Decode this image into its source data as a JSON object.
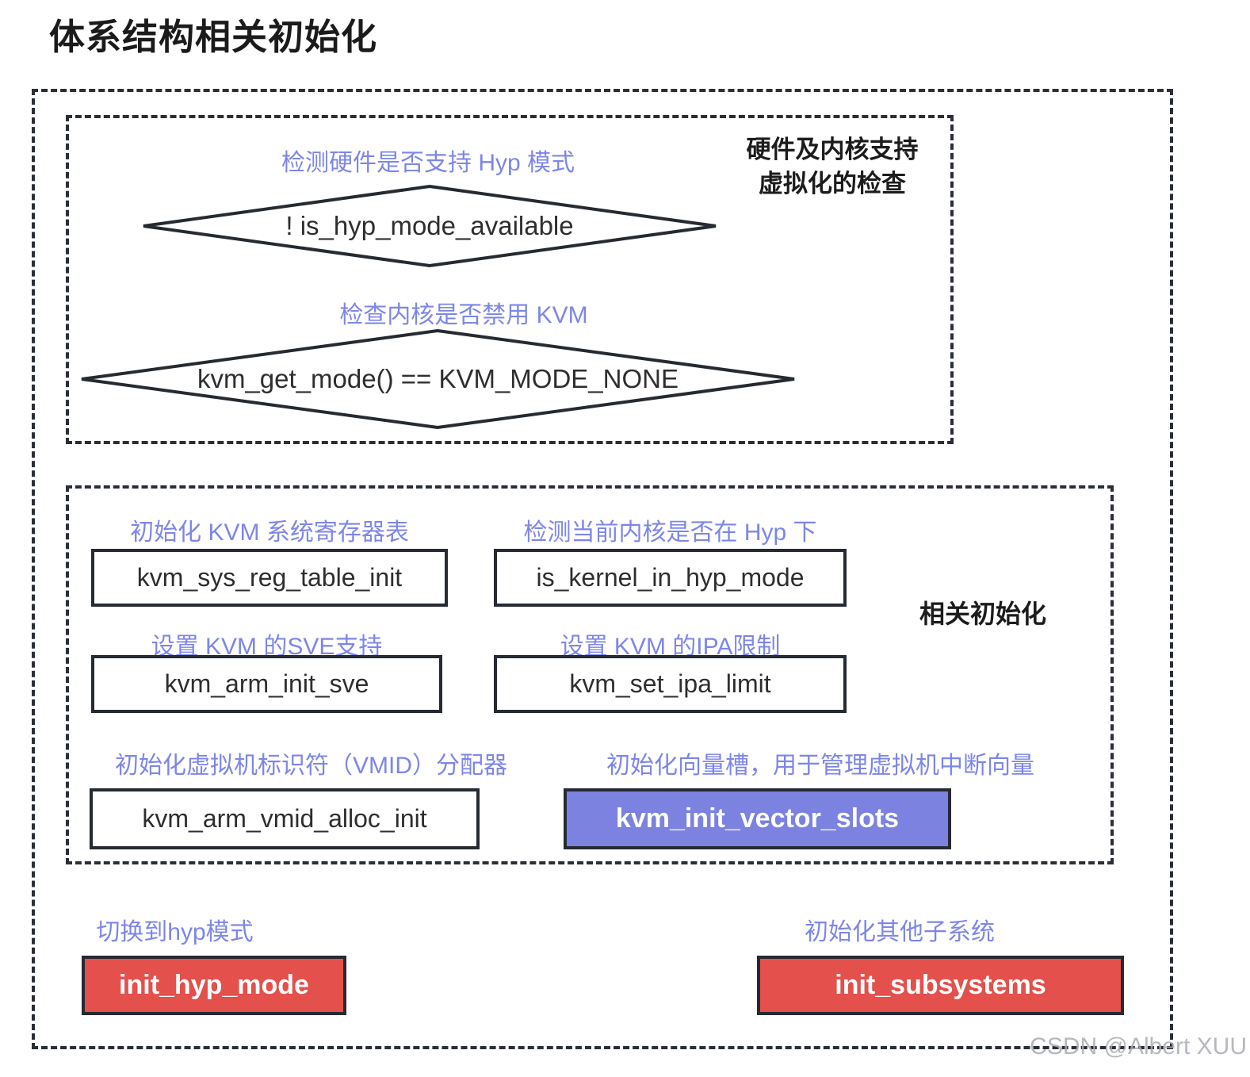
{
  "page": {
    "title": "体系结构相关初始化",
    "watermark": "CSDN @Albert XUU"
  },
  "colors": {
    "caption_blue": "#7d86e8",
    "box_border_dark": "#262a31",
    "dashed_line_dark": "#2a2e35",
    "highlight_purple": "#7c82df",
    "highlight_red": "#e4504b",
    "text_dark": "#1c1c1c",
    "box_text": "#2e2e2e",
    "watermark_gray": "#aaacb4"
  },
  "check_section": {
    "title_lines": [
      "硬件及内核支持",
      "虚拟化的检查"
    ],
    "steps": [
      {
        "caption": "检测硬件是否支持 Hyp 模式",
        "condition": "! is_hyp_mode_available"
      },
      {
        "caption": "检查内核是否禁用 KVM",
        "condition": "kvm_get_mode() == KVM_MODE_NONE"
      }
    ]
  },
  "init_section": {
    "title": "相关初始化",
    "items": [
      {
        "caption": "初始化 KVM 系统寄存器表",
        "function": "kvm_sys_reg_table_init",
        "variant": "white"
      },
      {
        "caption": "检测当前内核是否在 Hyp 下",
        "function": "is_kernel_in_hyp_mode",
        "variant": "white"
      },
      {
        "caption": "设置 KVM 的SVE支持",
        "function": "kvm_arm_init_sve",
        "variant": "white"
      },
      {
        "caption": "设置 KVM 的IPA限制",
        "function": "kvm_set_ipa_limit",
        "variant": "white"
      },
      {
        "caption": "初始化虚拟机标识符（VMID）分配器",
        "function": "kvm_arm_vmid_alloc_init",
        "variant": "white"
      },
      {
        "caption": "初始化向量槽，用于管理虚拟机中断向量",
        "function": "kvm_init_vector_slots",
        "variant": "purple"
      }
    ]
  },
  "final_steps": [
    {
      "caption": "切换到hyp模式",
      "function": "init_hyp_mode",
      "variant": "red"
    },
    {
      "caption": "初始化其他子系统",
      "function": "init_subsystems",
      "variant": "red"
    }
  ]
}
